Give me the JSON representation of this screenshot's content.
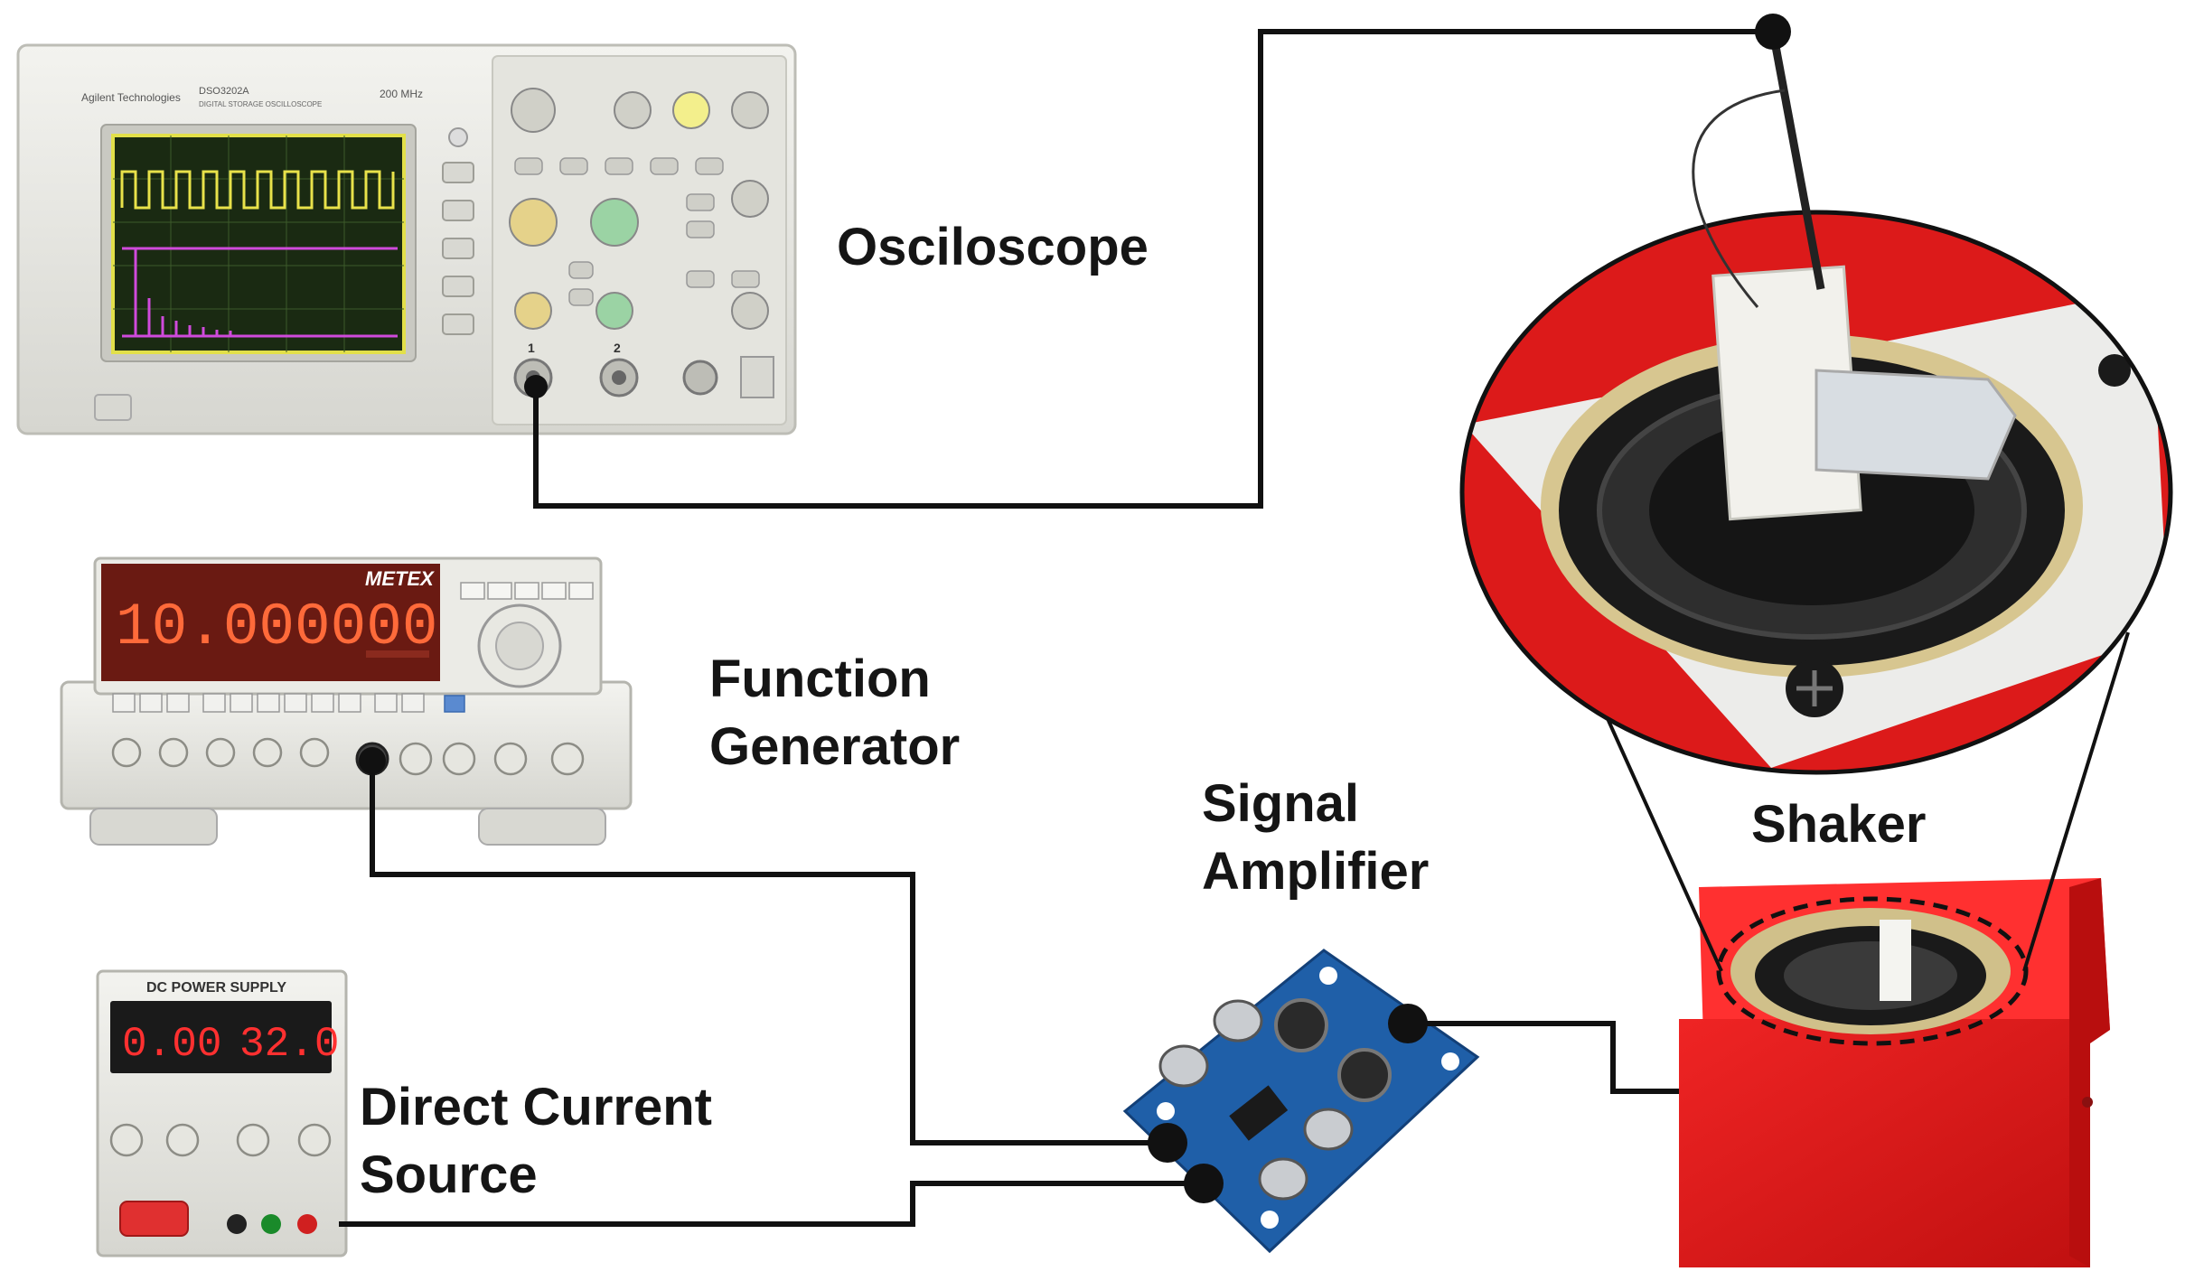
{
  "labels": {
    "oscilloscope": "Osciloscope",
    "function_generator_line1": "Function",
    "function_generator_line2": "Generator",
    "signal_amplifier_line1": "Signal",
    "signal_amplifier_line2": "Amplifier",
    "dc_source_line1": "Direct Current",
    "dc_source_line2": "Source",
    "shaker": "Shaker"
  },
  "oscilloscope_panel": {
    "brand": "Agilent Technologies",
    "model": "DSO3202A",
    "subtitle": "DIGITAL STORAGE OSCILLOSCOPE",
    "bandwidth": "200 MHz",
    "channel_1": "1",
    "channel_2": "2"
  },
  "function_generator_panel": {
    "display_value": "10.000000",
    "brand": "METEX"
  },
  "dc_supply_panel": {
    "title": "DC POWER SUPPLY",
    "current_reading": "0.00",
    "voltage_reading": "32.0"
  },
  "colors": {
    "wire": "#111111",
    "shaker_red": "#e01818",
    "amplifier_board": "#1f5fa8",
    "instrument_body": "#e6e6e1",
    "scope_screen": "#1a2a12",
    "scope_trace_ch1": "#e8e24a",
    "scope_trace_ch2": "#d04adc",
    "generator_display": "#6a1a12",
    "generator_digits": "#ff6a3a",
    "supply_digits": "#ff3030"
  }
}
